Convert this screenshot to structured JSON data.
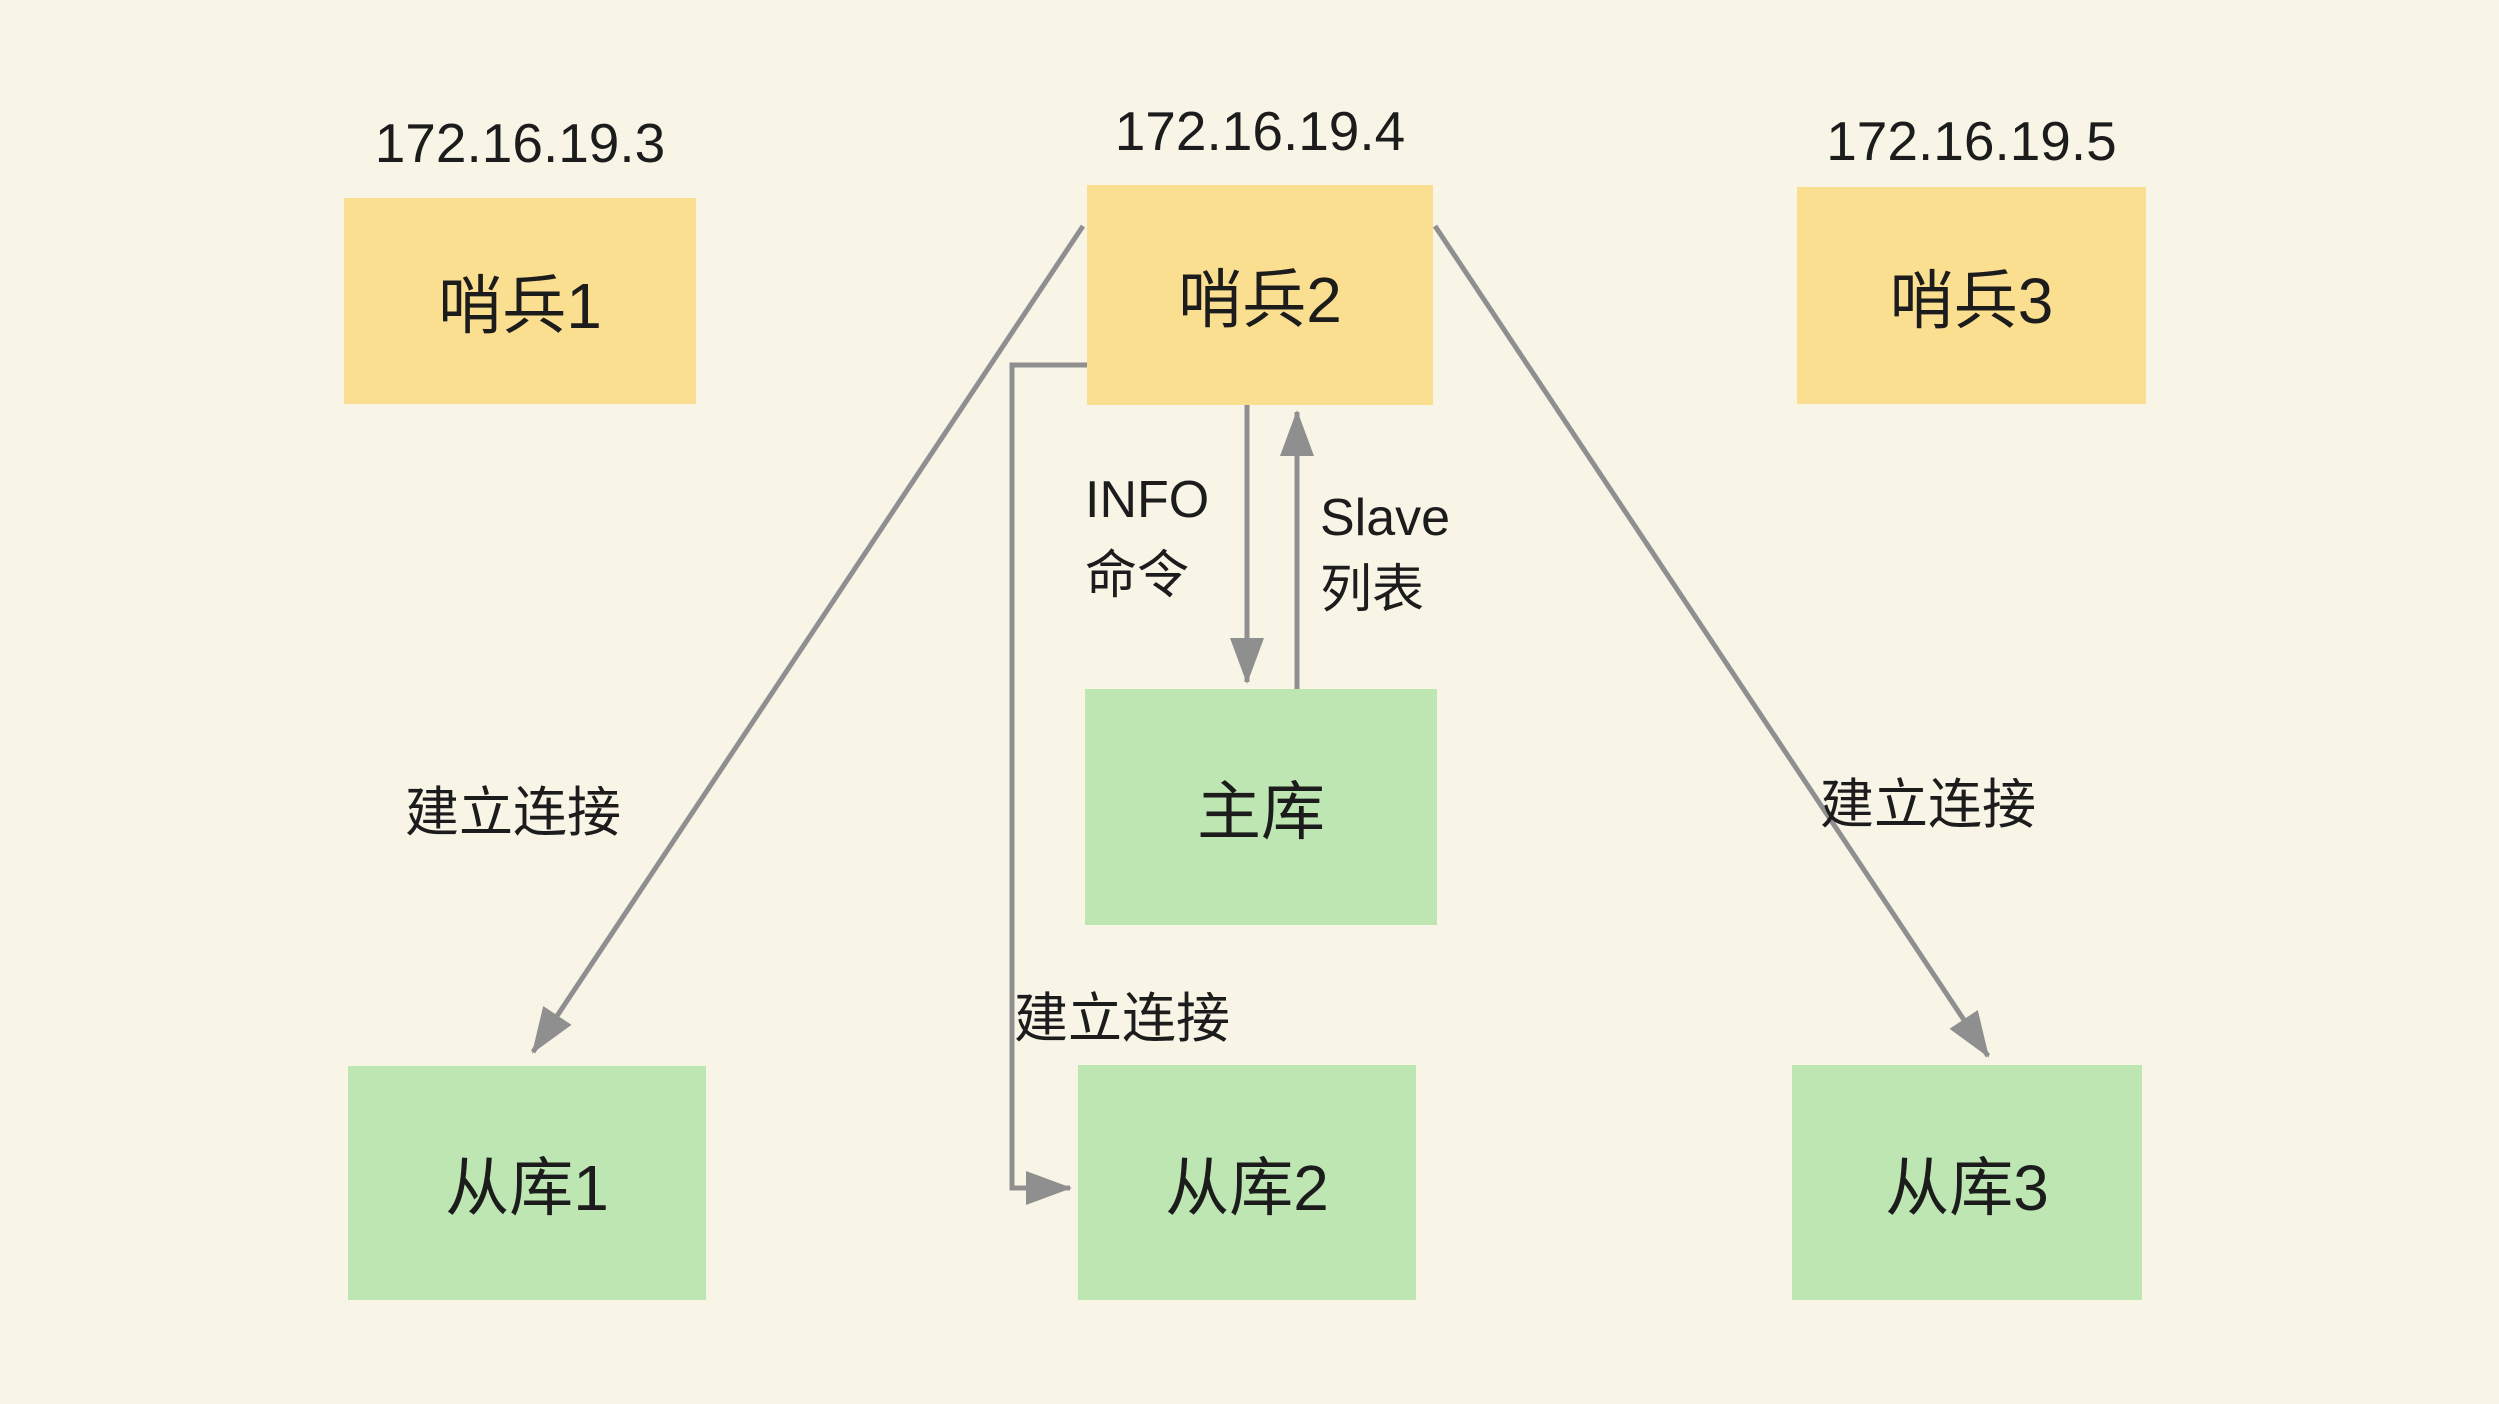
{
  "colors": {
    "background": "#F8F5E7",
    "sentinel_fill": "#FBDF90",
    "db_fill": "#BDE6B3",
    "arrow": "#8F8F8F",
    "text": "#1C1C1C"
  },
  "nodes": {
    "sentinel1": {
      "ip": "172.16.19.3",
      "label": "哨兵1"
    },
    "sentinel2": {
      "ip": "172.16.19.4",
      "label": "哨兵2"
    },
    "sentinel3": {
      "ip": "172.16.19.5",
      "label": "哨兵3"
    },
    "master": {
      "label": "主库"
    },
    "replica1": {
      "label": "从库1"
    },
    "replica2": {
      "label": "从库2"
    },
    "replica3": {
      "label": "从库3"
    }
  },
  "edge_labels": {
    "connect_left": "建立连接",
    "connect_middle": "建立连接",
    "connect_right": "建立连接",
    "info": {
      "line1": "INFO",
      "line2": "命令"
    },
    "slave": {
      "line1": "Slave",
      "line2": "列表"
    }
  },
  "edges": [
    {
      "from": "哨兵2",
      "to": "从库1",
      "label": "建立连接"
    },
    {
      "from": "哨兵2",
      "to": "从库2",
      "label": "建立连接"
    },
    {
      "from": "哨兵2",
      "to": "从库3",
      "label": "建立连接"
    },
    {
      "from": "哨兵2",
      "to": "主库",
      "label": "INFO 命令"
    },
    {
      "from": "主库",
      "to": "哨兵2",
      "label": "Slave 列表"
    }
  ]
}
